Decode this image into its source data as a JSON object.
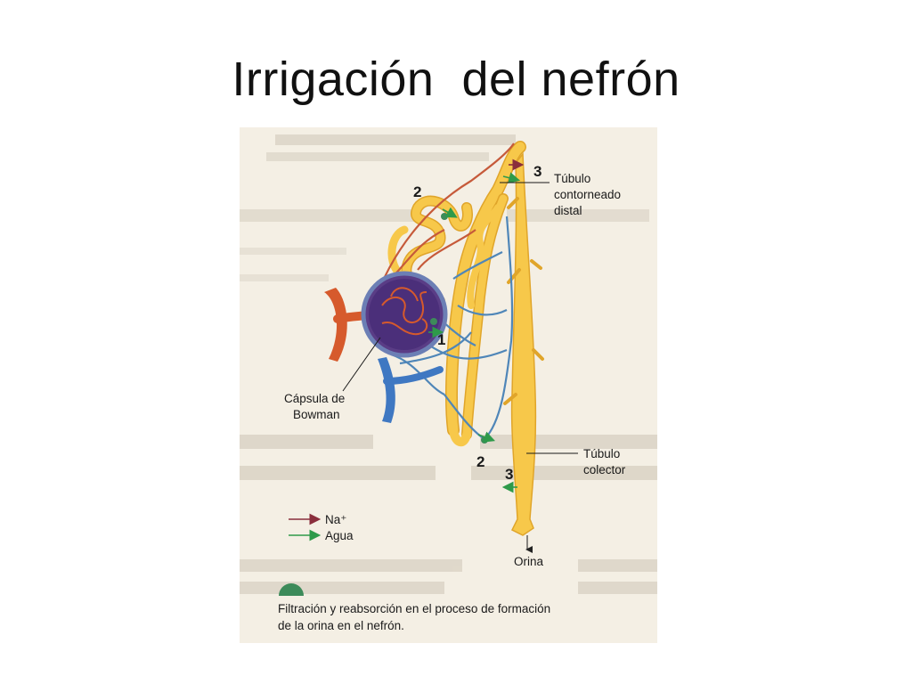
{
  "slide": {
    "title": "Irrigación  del nefrón"
  },
  "figure": {
    "markers": {
      "m1": "1",
      "m2_top": "2",
      "m2_bottom": "2",
      "m3_top": "3",
      "m3_bottom": "3"
    },
    "labels": {
      "distal_line1": "Túbulo",
      "distal_line2": "contorneado",
      "distal_line3": "distal",
      "capsule_line1": "Cápsula de",
      "capsule_line2": "Bowman",
      "collector_line1": "Túbulo",
      "collector_line2": "colector",
      "outlet": "Orina"
    },
    "legend": {
      "sodium": "Na⁺",
      "water": "Agua"
    },
    "caption": {
      "line1": "Filtración y reabsorción en el proceso de formación",
      "line2": "de la orina en el nefrón."
    },
    "colors": {
      "paper": "#f4efe4",
      "tubule": "#f7c84a",
      "tubule_edge": "#e0a52a",
      "artery": "#d65a2c",
      "vein": "#3f78c2",
      "capillary_red": "#c65a3a",
      "capillary_blue": "#4f86b8",
      "glomerulus": "#4b2f7a",
      "sodium_arrow": "#8a2e3c",
      "water_arrow": "#2e9a4a",
      "marker_dot": "#3d8b5a"
    }
  }
}
